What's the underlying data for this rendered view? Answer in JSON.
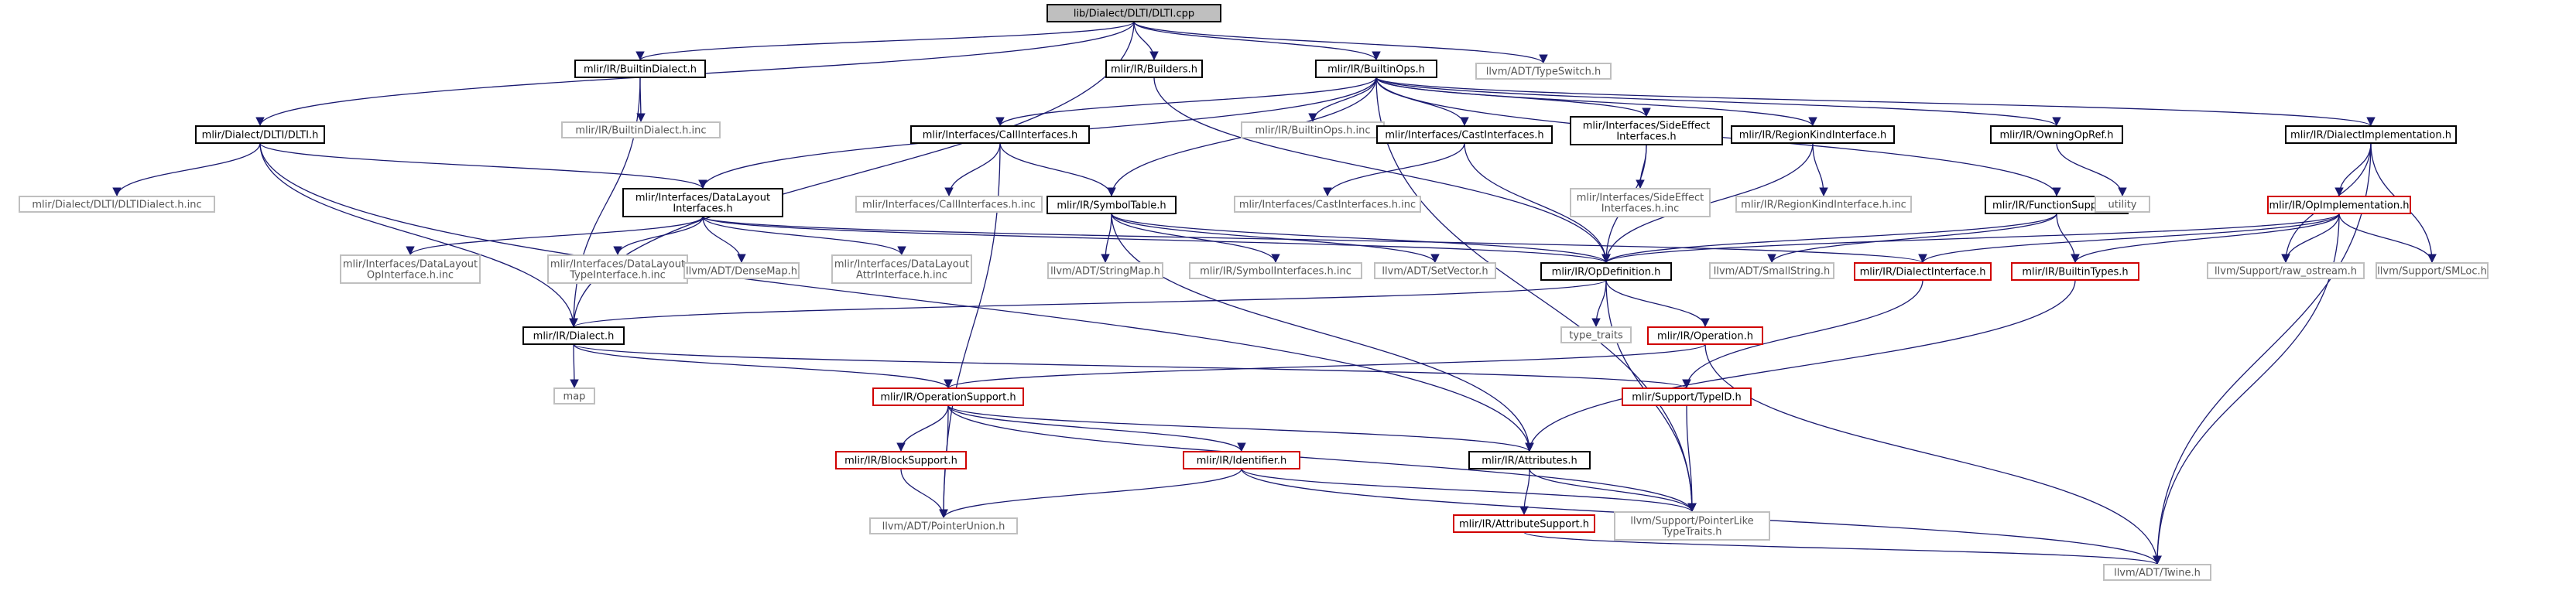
{
  "graph": {
    "colors": {
      "black": "#000000",
      "gray": "#bfbfbf",
      "red": "#d00000",
      "root_fill": "#bfbfbf",
      "edge": "#191970",
      "text": "#000000",
      "muted_text": "#555555"
    },
    "nodes": [
      {
        "id": "root",
        "lines": [
          "lib/Dialect/DLTI/DLTI.cpp"
        ],
        "style": "root"
      },
      {
        "id": "builtin_dialect_h",
        "lines": [
          "mlir/IR/BuiltinDialect.h"
        ],
        "style": "black"
      },
      {
        "id": "builders_h",
        "lines": [
          "mlir/IR/Builders.h"
        ],
        "style": "black"
      },
      {
        "id": "builtin_ops_h",
        "lines": [
          "mlir/IR/BuiltinOps.h"
        ],
        "style": "black"
      },
      {
        "id": "type_switch_h",
        "lines": [
          "llvm/ADT/TypeSwitch.h"
        ],
        "style": "gray"
      },
      {
        "id": "dlti_h",
        "lines": [
          "mlir/Dialect/DLTI/DLTI.h"
        ],
        "style": "black"
      },
      {
        "id": "builtin_dialect_inc",
        "lines": [
          "mlir/IR/BuiltinDialect.h.inc"
        ],
        "style": "gray"
      },
      {
        "id": "call_interfaces_h",
        "lines": [
          "mlir/Interfaces/CallInterfaces.h"
        ],
        "style": "black"
      },
      {
        "id": "builtin_ops_inc",
        "lines": [
          "mlir/IR/BuiltinOps.h.inc"
        ],
        "style": "gray"
      },
      {
        "id": "cast_interfaces_h",
        "lines": [
          "mlir/Interfaces/CastInterfaces.h"
        ],
        "style": "black"
      },
      {
        "id": "side_effect_h",
        "lines": [
          "mlir/Interfaces/SideEffect",
          "Interfaces.h"
        ],
        "style": "black"
      },
      {
        "id": "region_kind_h",
        "lines": [
          "mlir/IR/RegionKindInterface.h"
        ],
        "style": "black"
      },
      {
        "id": "owning_op_ref_h",
        "lines": [
          "mlir/IR/OwningOpRef.h"
        ],
        "style": "black"
      },
      {
        "id": "dialect_impl_h",
        "lines": [
          "mlir/IR/DialectImplementation.h"
        ],
        "style": "black"
      },
      {
        "id": "dlti_dialect_inc",
        "lines": [
          "mlir/Dialect/DLTI/DLTIDialect.h.inc"
        ],
        "style": "gray"
      },
      {
        "id": "data_layout_h",
        "lines": [
          "mlir/Interfaces/DataLayout",
          "Interfaces.h"
        ],
        "style": "black"
      },
      {
        "id": "call_interfaces_inc",
        "lines": [
          "mlir/Interfaces/CallInterfaces.h.inc"
        ],
        "style": "gray"
      },
      {
        "id": "symbol_table_h",
        "lines": [
          "mlir/IR/SymbolTable.h"
        ],
        "style": "black"
      },
      {
        "id": "cast_interfaces_inc",
        "lines": [
          "mlir/Interfaces/CastInterfaces.h.inc"
        ],
        "style": "gray"
      },
      {
        "id": "side_effect_inc",
        "lines": [
          "mlir/Interfaces/SideEffect",
          "Interfaces.h.inc"
        ],
        "style": "gray"
      },
      {
        "id": "region_kind_inc",
        "lines": [
          "mlir/IR/RegionKindInterface.h.inc"
        ],
        "style": "gray"
      },
      {
        "id": "function_support_h",
        "lines": [
          "mlir/IR/FunctionSupport.h"
        ],
        "style": "black"
      },
      {
        "id": "utility",
        "lines": [
          "utility"
        ],
        "style": "gray"
      },
      {
        "id": "op_implementation_h",
        "lines": [
          "mlir/IR/OpImplementation.h"
        ],
        "style": "red"
      },
      {
        "id": "dl_op_interface_inc",
        "lines": [
          "mlir/Interfaces/DataLayout",
          "OpInterface.h.inc"
        ],
        "style": "gray"
      },
      {
        "id": "dl_type_interface_inc",
        "lines": [
          "mlir/Interfaces/DataLayout",
          "TypeInterface.h.inc"
        ],
        "style": "gray"
      },
      {
        "id": "dense_map_h",
        "lines": [
          "llvm/ADT/DenseMap.h"
        ],
        "style": "gray"
      },
      {
        "id": "dl_attr_interface_inc",
        "lines": [
          "mlir/Interfaces/DataLayout",
          "AttrInterface.h.inc"
        ],
        "style": "gray"
      },
      {
        "id": "string_map_h",
        "lines": [
          "llvm/ADT/StringMap.h"
        ],
        "style": "gray"
      },
      {
        "id": "symbol_interfaces_inc",
        "lines": [
          "mlir/IR/SymbolInterfaces.h.inc"
        ],
        "style": "gray"
      },
      {
        "id": "set_vector_h",
        "lines": [
          "llvm/ADT/SetVector.h"
        ],
        "style": "gray"
      },
      {
        "id": "op_definition_h",
        "lines": [
          "mlir/IR/OpDefinition.h"
        ],
        "style": "black"
      },
      {
        "id": "small_string_h",
        "lines": [
          "llvm/ADT/SmallString.h"
        ],
        "style": "gray"
      },
      {
        "id": "dialect_interface_h",
        "lines": [
          "mlir/IR/DialectInterface.h"
        ],
        "style": "red"
      },
      {
        "id": "builtin_types_h",
        "lines": [
          "mlir/IR/BuiltinTypes.h"
        ],
        "style": "red"
      },
      {
        "id": "raw_ostream_h",
        "lines": [
          "llvm/Support/raw_ostream.h"
        ],
        "style": "gray"
      },
      {
        "id": "smloc_h",
        "lines": [
          "llvm/Support/SMLoc.h"
        ],
        "style": "gray"
      },
      {
        "id": "dialect_h",
        "lines": [
          "mlir/IR/Dialect.h"
        ],
        "style": "black"
      },
      {
        "id": "type_traits",
        "lines": [
          "type_traits"
        ],
        "style": "gray"
      },
      {
        "id": "operation_h",
        "lines": [
          "mlir/IR/Operation.h"
        ],
        "style": "red"
      },
      {
        "id": "map",
        "lines": [
          "map"
        ],
        "style": "gray"
      },
      {
        "id": "operation_support_h",
        "lines": [
          "mlir/IR/OperationSupport.h"
        ],
        "style": "red"
      },
      {
        "id": "type_id_h",
        "lines": [
          "mlir/Support/TypeID.h"
        ],
        "style": "red"
      },
      {
        "id": "block_support_h",
        "lines": [
          "mlir/IR/BlockSupport.h"
        ],
        "style": "red"
      },
      {
        "id": "identifier_h",
        "lines": [
          "mlir/IR/Identifier.h"
        ],
        "style": "red"
      },
      {
        "id": "attributes_h",
        "lines": [
          "mlir/IR/Attributes.h"
        ],
        "style": "black"
      },
      {
        "id": "pointer_union_h",
        "lines": [
          "llvm/ADT/PointerUnion.h"
        ],
        "style": "gray"
      },
      {
        "id": "attribute_support_h",
        "lines": [
          "mlir/IR/AttributeSupport.h"
        ],
        "style": "red"
      },
      {
        "id": "pointer_like_type_traits_h",
        "lines": [
          "llvm/Support/PointerLike",
          "TypeTraits.h"
        ],
        "style": "gray"
      },
      {
        "id": "twine_h",
        "lines": [
          "llvm/ADT/Twine.h"
        ],
        "style": "gray"
      }
    ],
    "edges": [
      [
        "root",
        "builtin_dialect_h"
      ],
      [
        "root",
        "builders_h"
      ],
      [
        "root",
        "builtin_ops_h"
      ],
      [
        "root",
        "type_switch_h"
      ],
      [
        "root",
        "dlti_h"
      ],
      [
        "root",
        "dialect_h"
      ],
      [
        "builtin_dialect_h",
        "builtin_dialect_inc"
      ],
      [
        "builtin_dialect_h",
        "dialect_h"
      ],
      [
        "builders_h",
        "op_definition_h"
      ],
      [
        "builtin_ops_h",
        "call_interfaces_h"
      ],
      [
        "builtin_ops_h",
        "builtin_ops_inc"
      ],
      [
        "builtin_ops_h",
        "cast_interfaces_h"
      ],
      [
        "builtin_ops_h",
        "side_effect_h"
      ],
      [
        "builtin_ops_h",
        "region_kind_h"
      ],
      [
        "builtin_ops_h",
        "owning_op_ref_h"
      ],
      [
        "builtin_ops_h",
        "dialect_impl_h"
      ],
      [
        "builtin_ops_h",
        "data_layout_h"
      ],
      [
        "builtin_ops_h",
        "symbol_table_h"
      ],
      [
        "builtin_ops_h",
        "function_support_h"
      ],
      [
        "builtin_ops_h",
        "pointer_like_type_traits_h"
      ],
      [
        "dlti_h",
        "dlti_dialect_inc"
      ],
      [
        "dlti_h",
        "data_layout_h"
      ],
      [
        "dlti_h",
        "dialect_h"
      ],
      [
        "dlti_h",
        "attributes_h"
      ],
      [
        "call_interfaces_h",
        "call_interfaces_inc"
      ],
      [
        "call_interfaces_h",
        "symbol_table_h"
      ],
      [
        "call_interfaces_h",
        "pointer_union_h"
      ],
      [
        "cast_interfaces_h",
        "cast_interfaces_inc"
      ],
      [
        "cast_interfaces_h",
        "op_definition_h"
      ],
      [
        "side_effect_h",
        "side_effect_inc"
      ],
      [
        "side_effect_h",
        "op_definition_h"
      ],
      [
        "region_kind_h",
        "region_kind_inc"
      ],
      [
        "region_kind_h",
        "op_definition_h"
      ],
      [
        "owning_op_ref_h",
        "utility"
      ],
      [
        "dialect_impl_h",
        "op_implementation_h"
      ],
      [
        "dialect_impl_h",
        "raw_ostream_h"
      ],
      [
        "dialect_impl_h",
        "smloc_h"
      ],
      [
        "dialect_impl_h",
        "twine_h"
      ],
      [
        "data_layout_h",
        "dl_op_interface_inc"
      ],
      [
        "data_layout_h",
        "dl_type_interface_inc"
      ],
      [
        "data_layout_h",
        "dense_map_h"
      ],
      [
        "data_layout_h",
        "dl_attr_interface_inc"
      ],
      [
        "data_layout_h",
        "op_definition_h"
      ],
      [
        "data_layout_h",
        "dialect_interface_h"
      ],
      [
        "symbol_table_h",
        "string_map_h"
      ],
      [
        "symbol_table_h",
        "symbol_interfaces_inc"
      ],
      [
        "symbol_table_h",
        "set_vector_h"
      ],
      [
        "symbol_table_h",
        "op_definition_h"
      ],
      [
        "symbol_table_h",
        "attributes_h"
      ],
      [
        "function_support_h",
        "op_definition_h"
      ],
      [
        "function_support_h",
        "small_string_h"
      ],
      [
        "function_support_h",
        "builtin_types_h"
      ],
      [
        "op_implementation_h",
        "op_definition_h"
      ],
      [
        "op_implementation_h",
        "dialect_interface_h"
      ],
      [
        "op_implementation_h",
        "builtin_types_h"
      ],
      [
        "op_implementation_h",
        "raw_ostream_h"
      ],
      [
        "op_implementation_h",
        "smloc_h"
      ],
      [
        "op_implementation_h",
        "twine_h"
      ],
      [
        "op_definition_h",
        "dialect_h"
      ],
      [
        "op_definition_h",
        "type_traits"
      ],
      [
        "op_definition_h",
        "operation_h"
      ],
      [
        "op_definition_h",
        "pointer_like_type_traits_h"
      ],
      [
        "dialect_interface_h",
        "type_id_h"
      ],
      [
        "builtin_types_h",
        "attributes_h"
      ],
      [
        "dialect_h",
        "map"
      ],
      [
        "dialect_h",
        "operation_support_h"
      ],
      [
        "dialect_h",
        "type_id_h"
      ],
      [
        "operation_h",
        "operation_support_h"
      ],
      [
        "operation_h",
        "twine_h"
      ],
      [
        "operation_support_h",
        "block_support_h"
      ],
      [
        "operation_support_h",
        "identifier_h"
      ],
      [
        "operation_support_h",
        "attributes_h"
      ],
      [
        "operation_support_h",
        "pointer_union_h"
      ],
      [
        "operation_support_h",
        "pointer_like_type_traits_h"
      ],
      [
        "type_id_h",
        "pointer_like_type_traits_h"
      ],
      [
        "block_support_h",
        "pointer_union_h"
      ],
      [
        "identifier_h",
        "pointer_union_h"
      ],
      [
        "identifier_h",
        "pointer_like_type_traits_h"
      ],
      [
        "identifier_h",
        "twine_h"
      ],
      [
        "attributes_h",
        "attribute_support_h"
      ],
      [
        "attributes_h",
        "pointer_like_type_traits_h"
      ],
      [
        "attribute_support_h",
        "twine_h"
      ]
    ]
  }
}
